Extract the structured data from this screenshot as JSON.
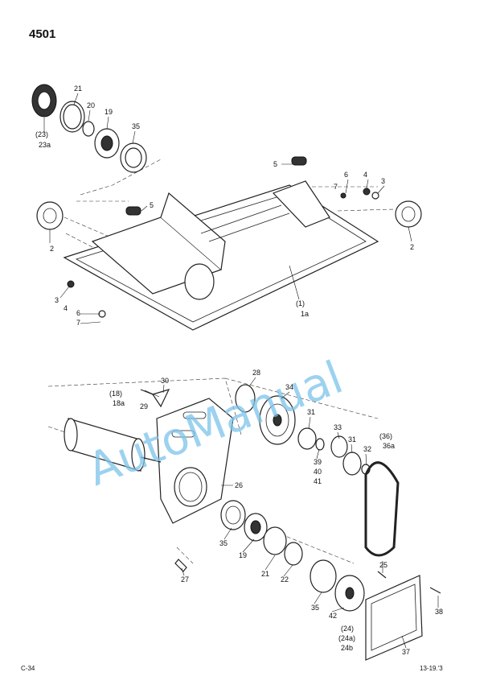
{
  "header": {
    "page_code": "4501"
  },
  "footer": {
    "left": "C-34",
    "right": "13-19.'3"
  },
  "watermark": {
    "text": "AutoManual",
    "color": "#7cc4ea"
  },
  "labels": {
    "l21a": "21",
    "l20a": "20",
    "l19a": "19",
    "l35a": "35",
    "l23": "(23)",
    "l23a": "23a",
    "l5a": "5",
    "l6a": "6",
    "l7a": "7",
    "l4a": "4",
    "l3a": "3",
    "l5b": "5",
    "l2a": "2",
    "l2b": "2",
    "l3b": "3",
    "l4b": "4",
    "l6b": "6",
    "l7b": "7",
    "l1": "(1)",
    "l1a": "1a",
    "l30": "30",
    "l28": "28",
    "l34": "34",
    "l18": "(18)",
    "l18a": "18a",
    "l29": "29",
    "l31a": "31",
    "l33": "33",
    "l31b": "31",
    "l32": "32",
    "l36": "(36)",
    "l36a": "36a",
    "l39": "39",
    "l40": "40",
    "l41": "41",
    "l26": "26",
    "l35b": "35",
    "l19b": "19",
    "l21b": "21",
    "l22": "22",
    "l27": "27",
    "l25": "25",
    "l38": "38",
    "l35c": "35",
    "l42": "42",
    "l24": "(24)",
    "l24a": "(24a)",
    "l24b": "24b",
    "l37": "37"
  }
}
